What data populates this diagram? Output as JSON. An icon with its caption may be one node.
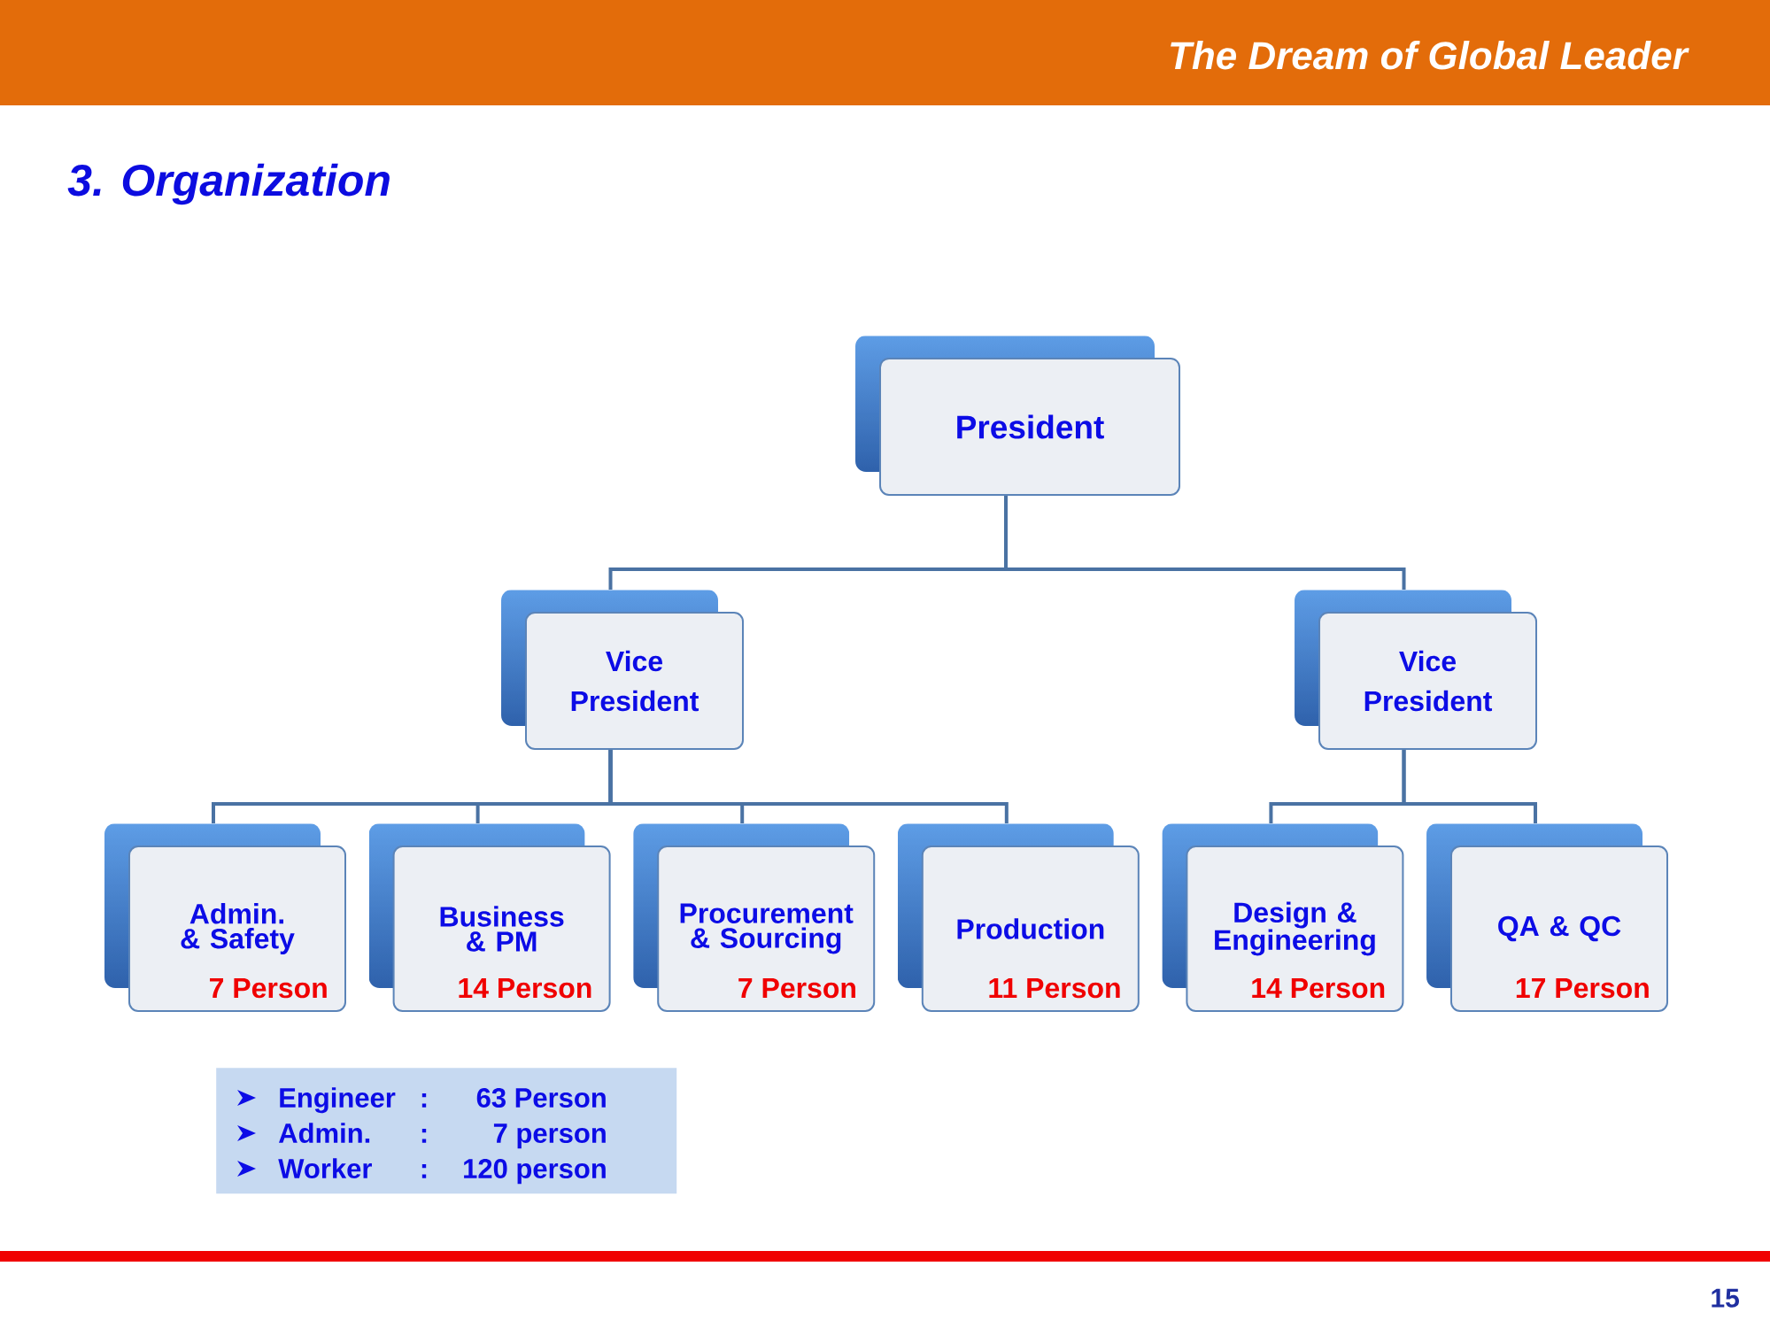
{
  "diagram": {
    "title": "3. Organization",
    "nodes": [
      {
        "text": [
          "President"
        ]
      },
      {
        "text": [
          "Vice President"
        ]
      },
      {
        "text": [
          "Vice President"
        ]
      },
      {
        "text": [
          "Admin. & Safety",
          "7 Person"
        ]
      },
      {
        "text": [
          "Business & PM",
          "14 Person"
        ]
      },
      {
        "text": [
          "Procurement & Sourcing",
          "7 Person"
        ]
      },
      {
        "text": [
          "Production",
          "11 Person"
        ]
      },
      {
        "text": [
          "Design & Engineering",
          "14 Person"
        ]
      },
      {
        "text": [
          "QA & QC",
          "17 Person"
        ]
      },
      {
        "text": [
          "Engineer",
          ":",
          "63 Person",
          "Admin.",
          ":",
          "7 person",
          "Worker",
          ":",
          "120 person"
        ]
      }
    ],
    "edges": [
      {
        "from": 0,
        "to": 1,
        "arrow": "none"
      },
      {
        "from": 0,
        "to": 2,
        "arrow": "none"
      },
      {
        "from": 1,
        "to": 3,
        "arrow": "none"
      },
      {
        "from": 1,
        "to": 4,
        "arrow": "none"
      },
      {
        "from": 1,
        "to": 5,
        "arrow": "none"
      },
      {
        "from": 1,
        "to": 6,
        "arrow": "none"
      },
      {
        "from": 2,
        "to": 7,
        "arrow": "none"
      },
      {
        "from": 2,
        "to": 8,
        "arrow": "none"
      }
    ],
    "labels": [
      "The Dream of Global Leader",
      "15"
    ]
  }
}
